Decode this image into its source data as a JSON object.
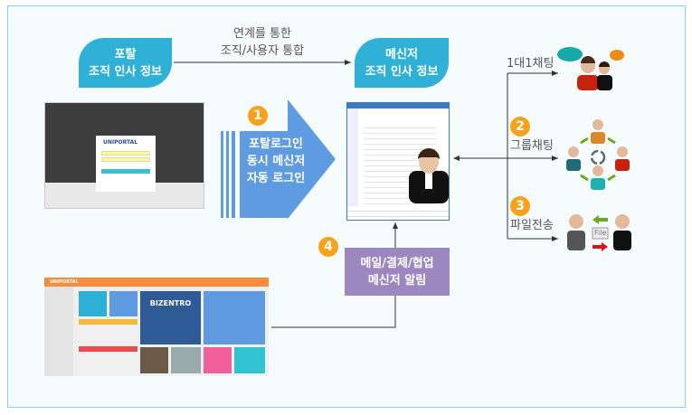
{
  "portal_label": [
    "포탈",
    "조직 인사 정보"
  ],
  "messenger_label": [
    "메신저",
    "조직 인사 정보"
  ],
  "link_label": [
    "연계를 통한",
    "조직/사용자 통합"
  ],
  "auto_login": {
    "badge": "1",
    "lines": [
      "포탈로그인",
      "동시 메신저",
      "자동 로그인"
    ]
  },
  "features": [
    {
      "badge": "",
      "label": "1대1채팅"
    },
    {
      "badge": "2",
      "label": "그룹채팅"
    },
    {
      "badge": "3",
      "label": "파일전송"
    }
  ],
  "file_tag": "File",
  "notify": {
    "badge": "4",
    "lines": [
      "메일/결제/협업",
      "메신저 알림"
    ]
  },
  "login_shot": {
    "logo": "UNIPORTAL"
  },
  "portal_shot": {
    "logo": "UNIPORTAL",
    "banner": "BIZENTRO"
  },
  "colors": {
    "label": "#2fb0d6",
    "arrow": "#5e9be0",
    "badge": "#f7a21b",
    "notify": "#9d87c1",
    "portal_bar": "#f98c3c"
  }
}
